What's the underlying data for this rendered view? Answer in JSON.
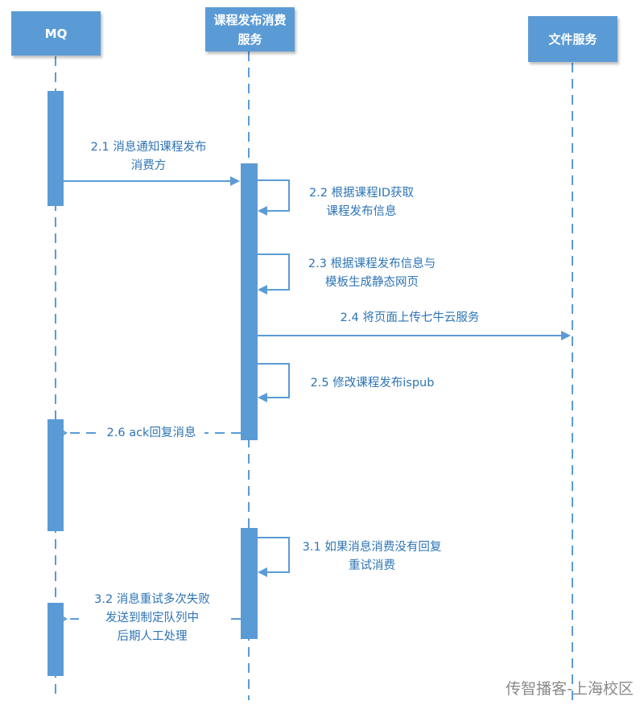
{
  "actors": {
    "mq": "MQ",
    "course_publish_consumer": "课程发布消费服务",
    "file_service": "文件服务"
  },
  "messages": {
    "m2_1": [
      "2.1 消息通知课程发布",
      "消费方"
    ],
    "m2_2": [
      "2.2 根据课程ID获取",
      "课程发布信息"
    ],
    "m2_3": [
      "2.3 根据课程发布信息与",
      "模板生成静态网页"
    ],
    "m2_4": [
      "2.4 将页面上传七牛云服务"
    ],
    "m2_5": [
      "2.5 修改课程发布ispub"
    ],
    "m2_6": [
      "2.6 ack回复消息"
    ],
    "m3_1": [
      "3.1 如果消息消费没有回复",
      "重试消费"
    ],
    "m3_2": [
      "3.2 消息重试多次失败",
      "发送到制定队列中",
      "后期人工处理"
    ]
  },
  "watermark": "传智播客-上海校区",
  "colors": {
    "actor_fill": "#5b9bd5",
    "line": "#5b9bd5",
    "text": "#2e74b5"
  }
}
